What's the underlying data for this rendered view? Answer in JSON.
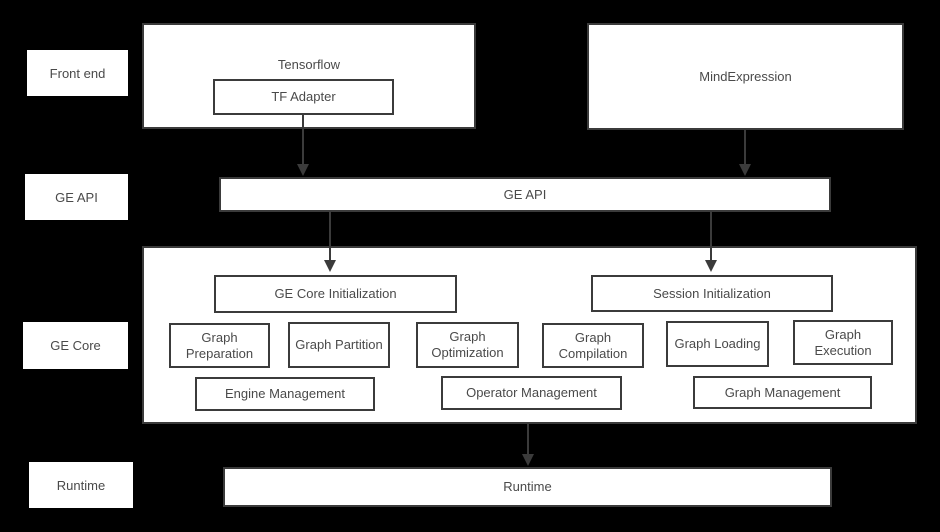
{
  "colors": {
    "background": "#000000",
    "box-fill": "#ffffff",
    "border": "#3b3b3b",
    "text": "#4a4a4a",
    "arrow": "#3b3b3b"
  },
  "row_labels": {
    "front_end": "Front end",
    "ge_api": "GE API",
    "ge_core": "GE Core",
    "runtime": "Runtime"
  },
  "front_end": {
    "tensorflow": "Tensorflow",
    "tf_adapter": "TF Adapter",
    "mindexpression": "MindExpression"
  },
  "ge_api": {
    "label": "GE API"
  },
  "ge_core": {
    "initialization": {
      "ge_core_init": "GE Core Initialization",
      "session_init": "Session Initialization"
    },
    "functions": [
      "Graph Preparation",
      "Graph Partition",
      "Graph Optimization",
      "Graph Compilation",
      "Graph Loading",
      "Graph Execution"
    ],
    "management": [
      "Engine Management",
      "Operator Management",
      "Graph Management"
    ]
  },
  "runtime": {
    "label": "Runtime"
  }
}
